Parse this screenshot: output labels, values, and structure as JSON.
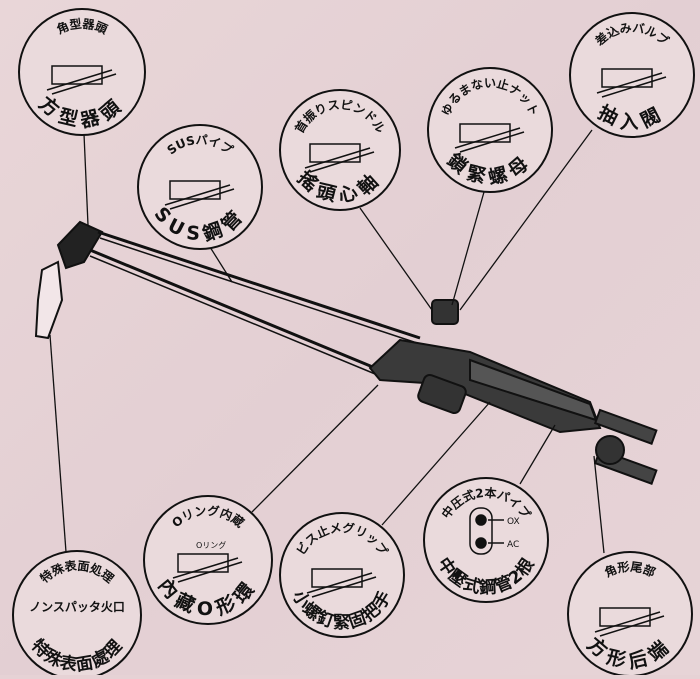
{
  "colors": {
    "paper": "#e6d2d5",
    "ink": "#111111"
  },
  "callouts": [
    {
      "id": "square-head",
      "top": "角型器頭",
      "bottom": "方型器頭"
    },
    {
      "id": "sus-pipe",
      "top": "SUSパイプ",
      "bottom": "SUS鋼管"
    },
    {
      "id": "swivel-spindle",
      "top": "首振りスピンドル",
      "bottom": "搖頭心軸"
    },
    {
      "id": "lock-nut",
      "top": "ゆるまない止ナット",
      "bottom": "鎖緊螺母"
    },
    {
      "id": "insert-valve",
      "top": "差込みバルブ",
      "bottom": "抽入閥"
    },
    {
      "id": "surface-treatment",
      "top": "特殊表面処理",
      "middle": "ノンスパッタ火口",
      "bottom": "特殊表面處理"
    },
    {
      "id": "o-ring",
      "top": "Oリング内蔵",
      "inner": "Oリング",
      "bottom": "內藏O形環"
    },
    {
      "id": "screw-grip",
      "top": "ビス止メグリップ",
      "bottom": "小螺釘緊固把手"
    },
    {
      "id": "two-pipes",
      "top": "中圧式2本パイプ",
      "ox": "OX",
      "ac": "AC",
      "bottom": "中壓式鋼管2根"
    },
    {
      "id": "square-tail",
      "top": "角形尾部",
      "bottom": "方形后端"
    }
  ]
}
